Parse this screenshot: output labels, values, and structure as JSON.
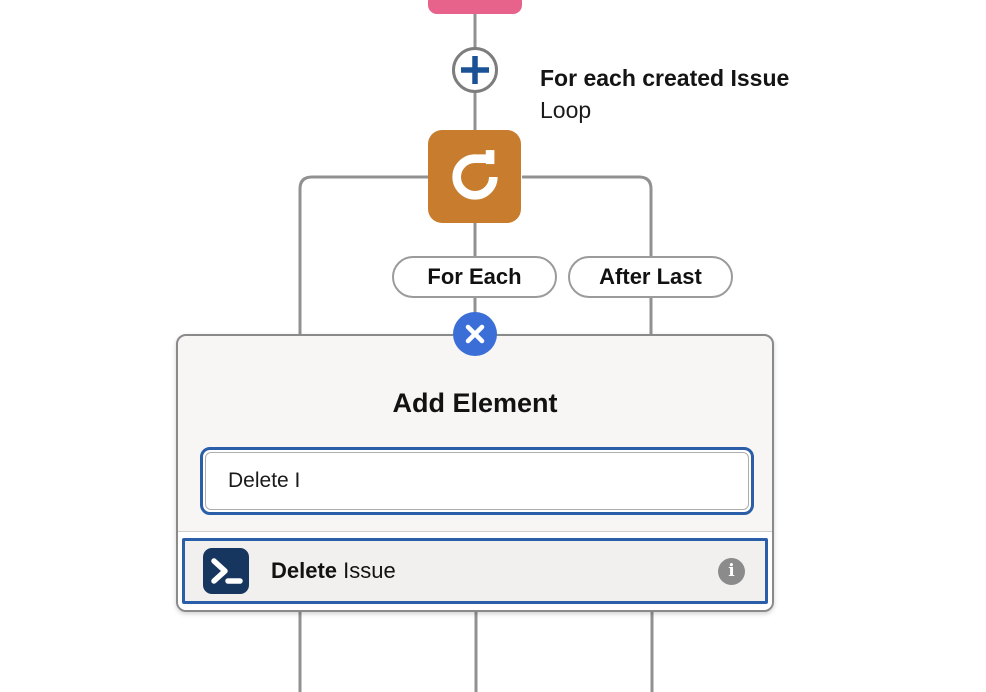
{
  "colors": {
    "connector_gray": "#919191",
    "node_pink": "#E8638C",
    "node_orange": "#C87D2E",
    "plus_blue": "#1B5296",
    "focus_blue": "#2B5EA8",
    "close_blue": "#3B6FD7",
    "terminal_navy": "#16355F",
    "info_gray": "#8B8B8B",
    "popup_bg": "#F7F6F5"
  },
  "flow": {
    "loop_node": {
      "title": "For each created Issue",
      "type_label": "Loop"
    },
    "branch_labels": [
      "For Each",
      "After Last"
    ]
  },
  "popup": {
    "title": "Add Element",
    "search": {
      "value": "Delete I"
    },
    "results": [
      {
        "match": "Delete",
        "rest": " Issue"
      }
    ]
  },
  "icons": {
    "plus": "+",
    "close": "✕",
    "loop": "circular-arrow",
    "terminal": ">_",
    "info": "i"
  }
}
